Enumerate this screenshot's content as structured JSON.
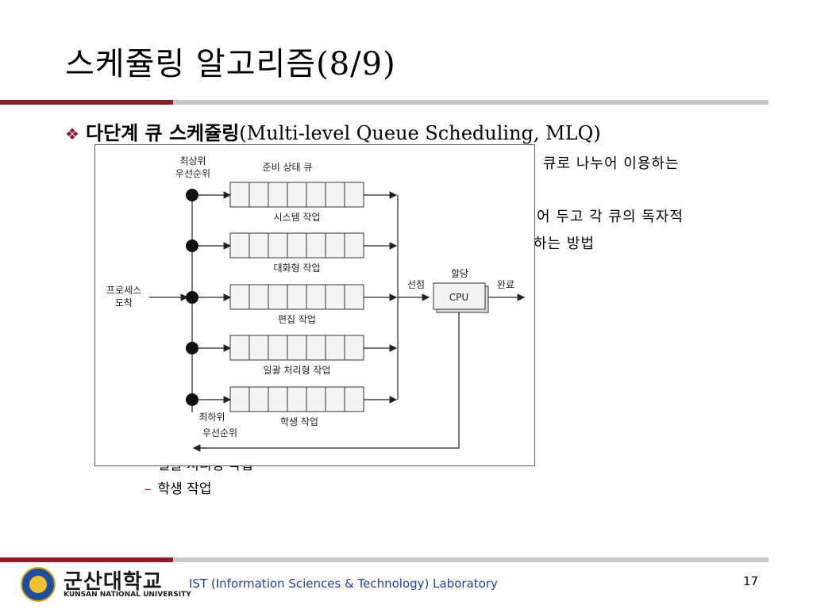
{
  "slide": {
    "title": "스케쥴링 알고리즘(8/9)",
    "bullet": {
      "icon": "diamond-flower-icon",
      "korean": "다단계 큐 스케쥴링",
      "english": "(Multi-level Queue Scheduling, MLQ)"
    },
    "partial_lines": [
      "큐로 나누어 이용하는",
      "어 두고 각 큐의 독자적",
      "하는 방법"
    ],
    "sub_items": [
      "일괄 처리형 작업",
      "학생 작업"
    ]
  },
  "diagram": {
    "top_priority": [
      "최상위",
      "우선순위"
    ],
    "ready_queue": "준비 상태 큐",
    "queues": [
      "시스템 작업",
      "대화형 작업",
      "편집 작업",
      "일괄 처리형 작업",
      "학생 작업"
    ],
    "bottom_priority": [
      "최하위",
      "우선순위"
    ],
    "arrival": [
      "프로세스",
      "도착"
    ],
    "preempt": "선점",
    "allocate": "할당",
    "complete": "완료",
    "cpu": "CPU"
  },
  "footer": {
    "university": "군산대학교",
    "university_en": "KUNSAN NATIONAL UNIVERSITY",
    "lab": "IST (Information Sciences & Technology) Laboratory",
    "page": "17"
  },
  "colors": {
    "accent": "#8a1f2b",
    "footer_text": "#1f3fa8",
    "divider": "#c8c8c8"
  }
}
